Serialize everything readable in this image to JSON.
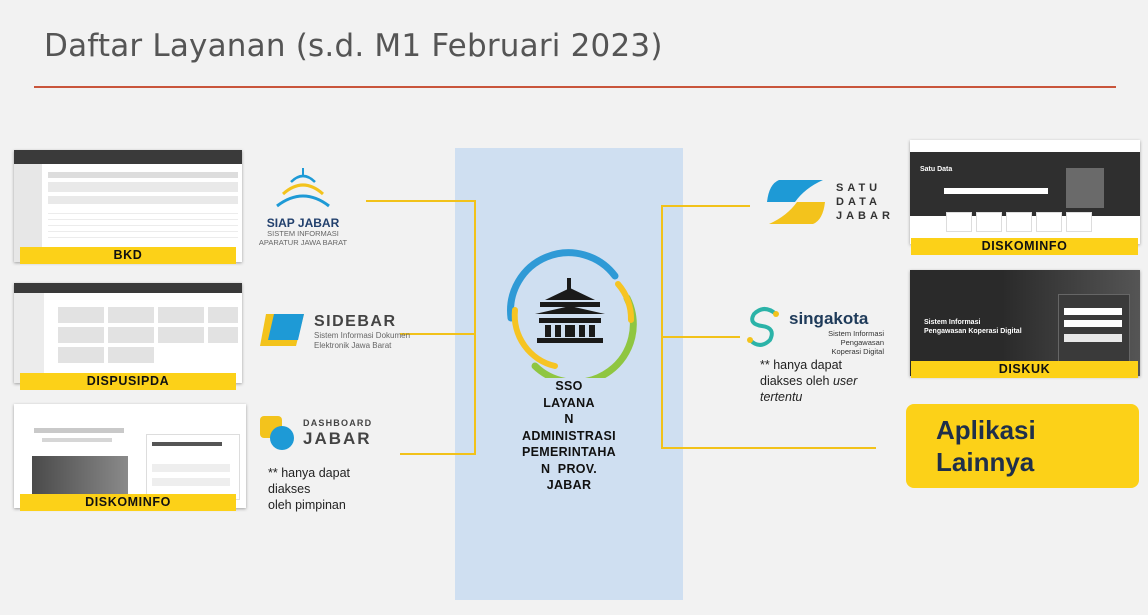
{
  "title": "Daftar Layanan (s.d. M1 Februari 2023)",
  "center": {
    "lines": [
      "SSO",
      "LAYANA",
      "N",
      "ADMINISTRASI",
      "PEMERINTAHA",
      "N  PROV.",
      "JABAR"
    ]
  },
  "left": {
    "bkd": {
      "label": "BKD"
    },
    "dispusipda": {
      "label": "DISPUSIPDA"
    },
    "diskominfo": {
      "label": "DISKOMINFO"
    }
  },
  "apps": {
    "siap": {
      "name": "SIAP JABAR",
      "sub1": "SISTEM INFORMASI",
      "sub2": "APARATUR JAWA BARAT"
    },
    "sidebar": {
      "name": "SIDEBAR",
      "sub1": "Sistem Informasi Dokumen",
      "sub2": "Elektronik Jawa Barat"
    },
    "dashboard": {
      "name1": "DASHBOARD",
      "name2": "JABAR",
      "note1": "** hanya dapat",
      "note2": "diakses",
      "note3": "oleh pimpinan"
    },
    "satudata": {
      "l1": "SATU",
      "l2": "DATA",
      "l3": "JABAR"
    },
    "singakota": {
      "name": "singakota",
      "sub1": "Sistem Informasi Pengawasan",
      "sub2": "Koperasi Digital",
      "note1": "** hanya dapat",
      "note2a": "diakses  oleh ",
      "note2b": "user",
      "note3": "tertentu"
    }
  },
  "right": {
    "diskominfo": {
      "label": "DISKOMINFO",
      "screen_title": "Satu Data"
    },
    "diskuk": {
      "label": "DISKUK",
      "screen_title1": "Sistem Informasi",
      "screen_title2": "Pengawasan Koperasi Digital"
    },
    "lainnya": {
      "l1": "Aplikasi",
      "l2": "Lainnya"
    }
  },
  "colors": {
    "accent_rule": "#c9553b",
    "label_yellow": "#fcd118",
    "center_panel": "#cfdff1",
    "connector": "#f2c21a"
  }
}
